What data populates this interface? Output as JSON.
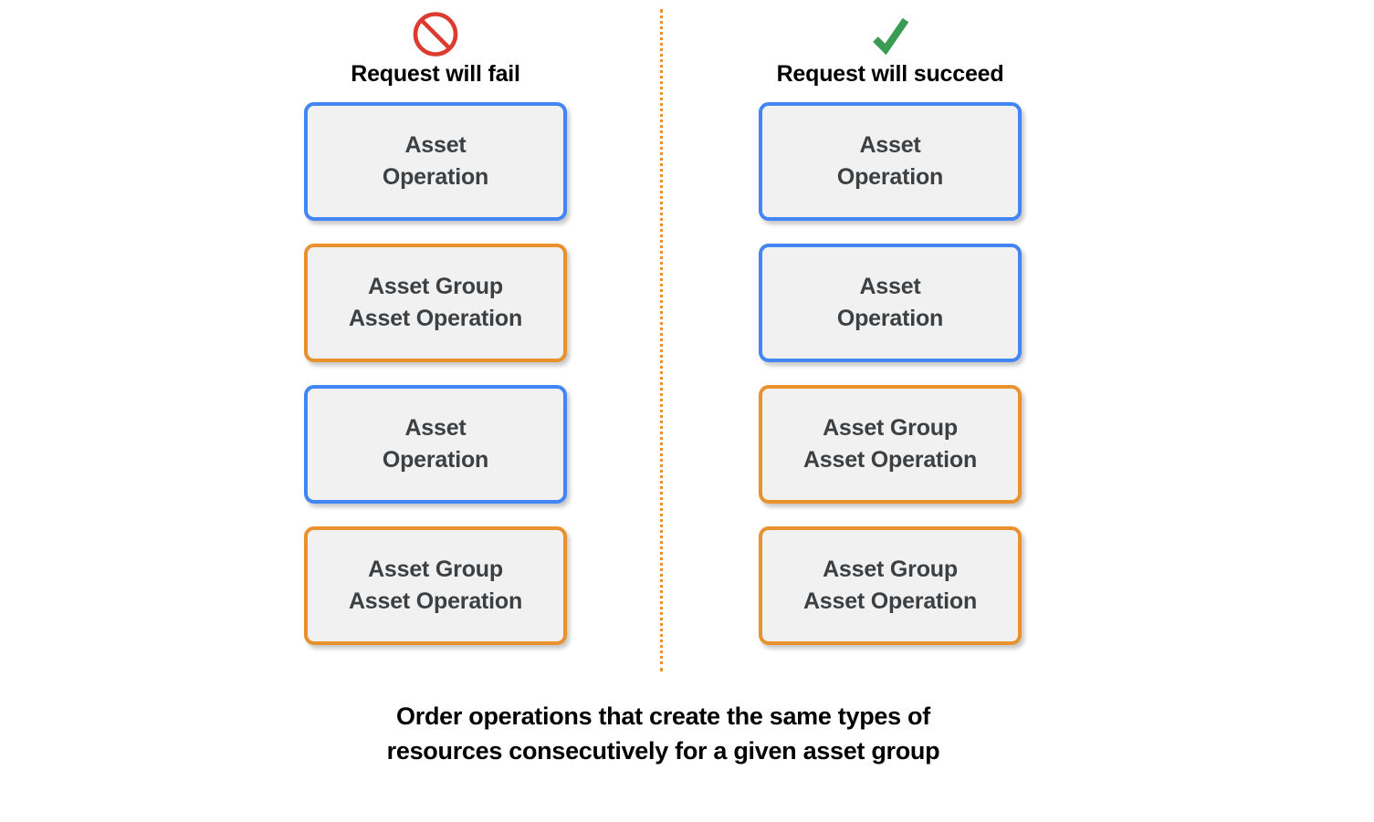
{
  "diagram": {
    "columns": [
      {
        "id": "fail",
        "icon": "prohibition-icon",
        "icon_color": "#dc3c30",
        "header_label": "Request will fail",
        "cards": [
          {
            "label": "Asset\nOperation",
            "color": "blue",
            "border_color": "#4285f4"
          },
          {
            "label": "Asset Group\nAsset Operation",
            "color": "orange",
            "border_color": "#e8912d"
          },
          {
            "label": "Asset\nOperation",
            "color": "blue",
            "border_color": "#4285f4"
          },
          {
            "label": "Asset Group\nAsset Operation",
            "color": "orange",
            "border_color": "#e8912d"
          }
        ]
      },
      {
        "id": "succeed",
        "icon": "check-icon",
        "icon_color": "#3a9c53",
        "header_label": "Request will succeed",
        "cards": [
          {
            "label": "Asset\nOperation",
            "color": "blue",
            "border_color": "#4285f4"
          },
          {
            "label": "Asset\nOperation",
            "color": "blue",
            "border_color": "#4285f4"
          },
          {
            "label": "Asset Group\nAsset Operation",
            "color": "orange",
            "border_color": "#e8912d"
          },
          {
            "label": "Asset Group\nAsset Operation",
            "color": "orange",
            "border_color": "#e8912d"
          }
        ]
      }
    ],
    "divider": {
      "style": "dotted",
      "color": "#e8912d"
    },
    "caption": {
      "line1": "Order operations that create the same types of",
      "line2": "resources consecutively for a given asset group"
    },
    "card_background": "#f1f1f1",
    "card_text_color": "#3c4043"
  }
}
